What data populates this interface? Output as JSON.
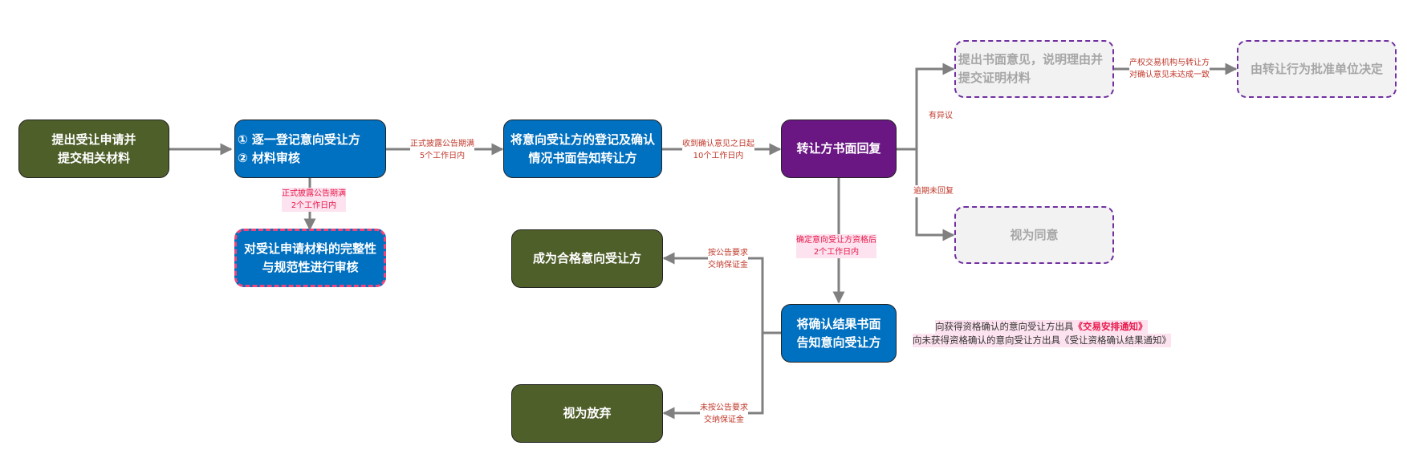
{
  "nodes": {
    "apply": [
      "提出受让申请并",
      "提交相关材料"
    ],
    "register": [
      "① 逐一登记意向受让方",
      "② 材料审核"
    ],
    "review": [
      "对受让申请材料的完整性",
      "与规范性进行审核"
    ],
    "notify_transferor": [
      "将意向受让方的登记及确认",
      "情况书面告知转让方"
    ],
    "transferor_reply": "转让方书面回复",
    "objection": [
      "提出书面意见，说明理由并",
      "提交证明材料"
    ],
    "decided_by_authority": "由转让行为批准单位决定",
    "deemed_agree": "视为同意",
    "qualified": "成为合格意向受让方",
    "notify_result": [
      "将确认结果书面",
      "告知意向受让方"
    ],
    "abandon": "视为放弃"
  },
  "edge_labels": {
    "register_to_notify": [
      "正式披露公告期满",
      "5个工作日内"
    ],
    "register_to_review": [
      "正式披露公告期满",
      "2个工作日内"
    ],
    "notify_to_reply": [
      "收到确认意见之日起",
      "10个工作日内"
    ],
    "has_objection": "有异议",
    "overdue_no_reply": "逾期未回复",
    "objection_to_authority": [
      "产权交易机构与转让方",
      "对确认意见未达成一致"
    ],
    "reply_to_result": [
      "确定意向受让方资格后",
      "2个工作日内"
    ],
    "pay_deposit": [
      "按公告要求",
      "交纳保证金"
    ],
    "no_deposit": [
      "未按公告要求",
      "交纳保证金"
    ]
  },
  "notes": {
    "qualified_prefix": "向获得资格确认的意向受让方出具",
    "qualified_doc": "《交易安排通知》",
    "unqualified_prefix": "向未获得资格确认的意向受让方出具",
    "unqualified_doc": "《受让资格确认结果通知》"
  },
  "colors": {
    "green": "#4f5f2a",
    "blue": "#0070c0",
    "purple": "#6a1784",
    "ghost_fill": "#f2f2f2",
    "ghost_border": "#7030a0",
    "connector": "#808080",
    "label_red": "#c0392b",
    "label_pink": "#e8174a"
  }
}
